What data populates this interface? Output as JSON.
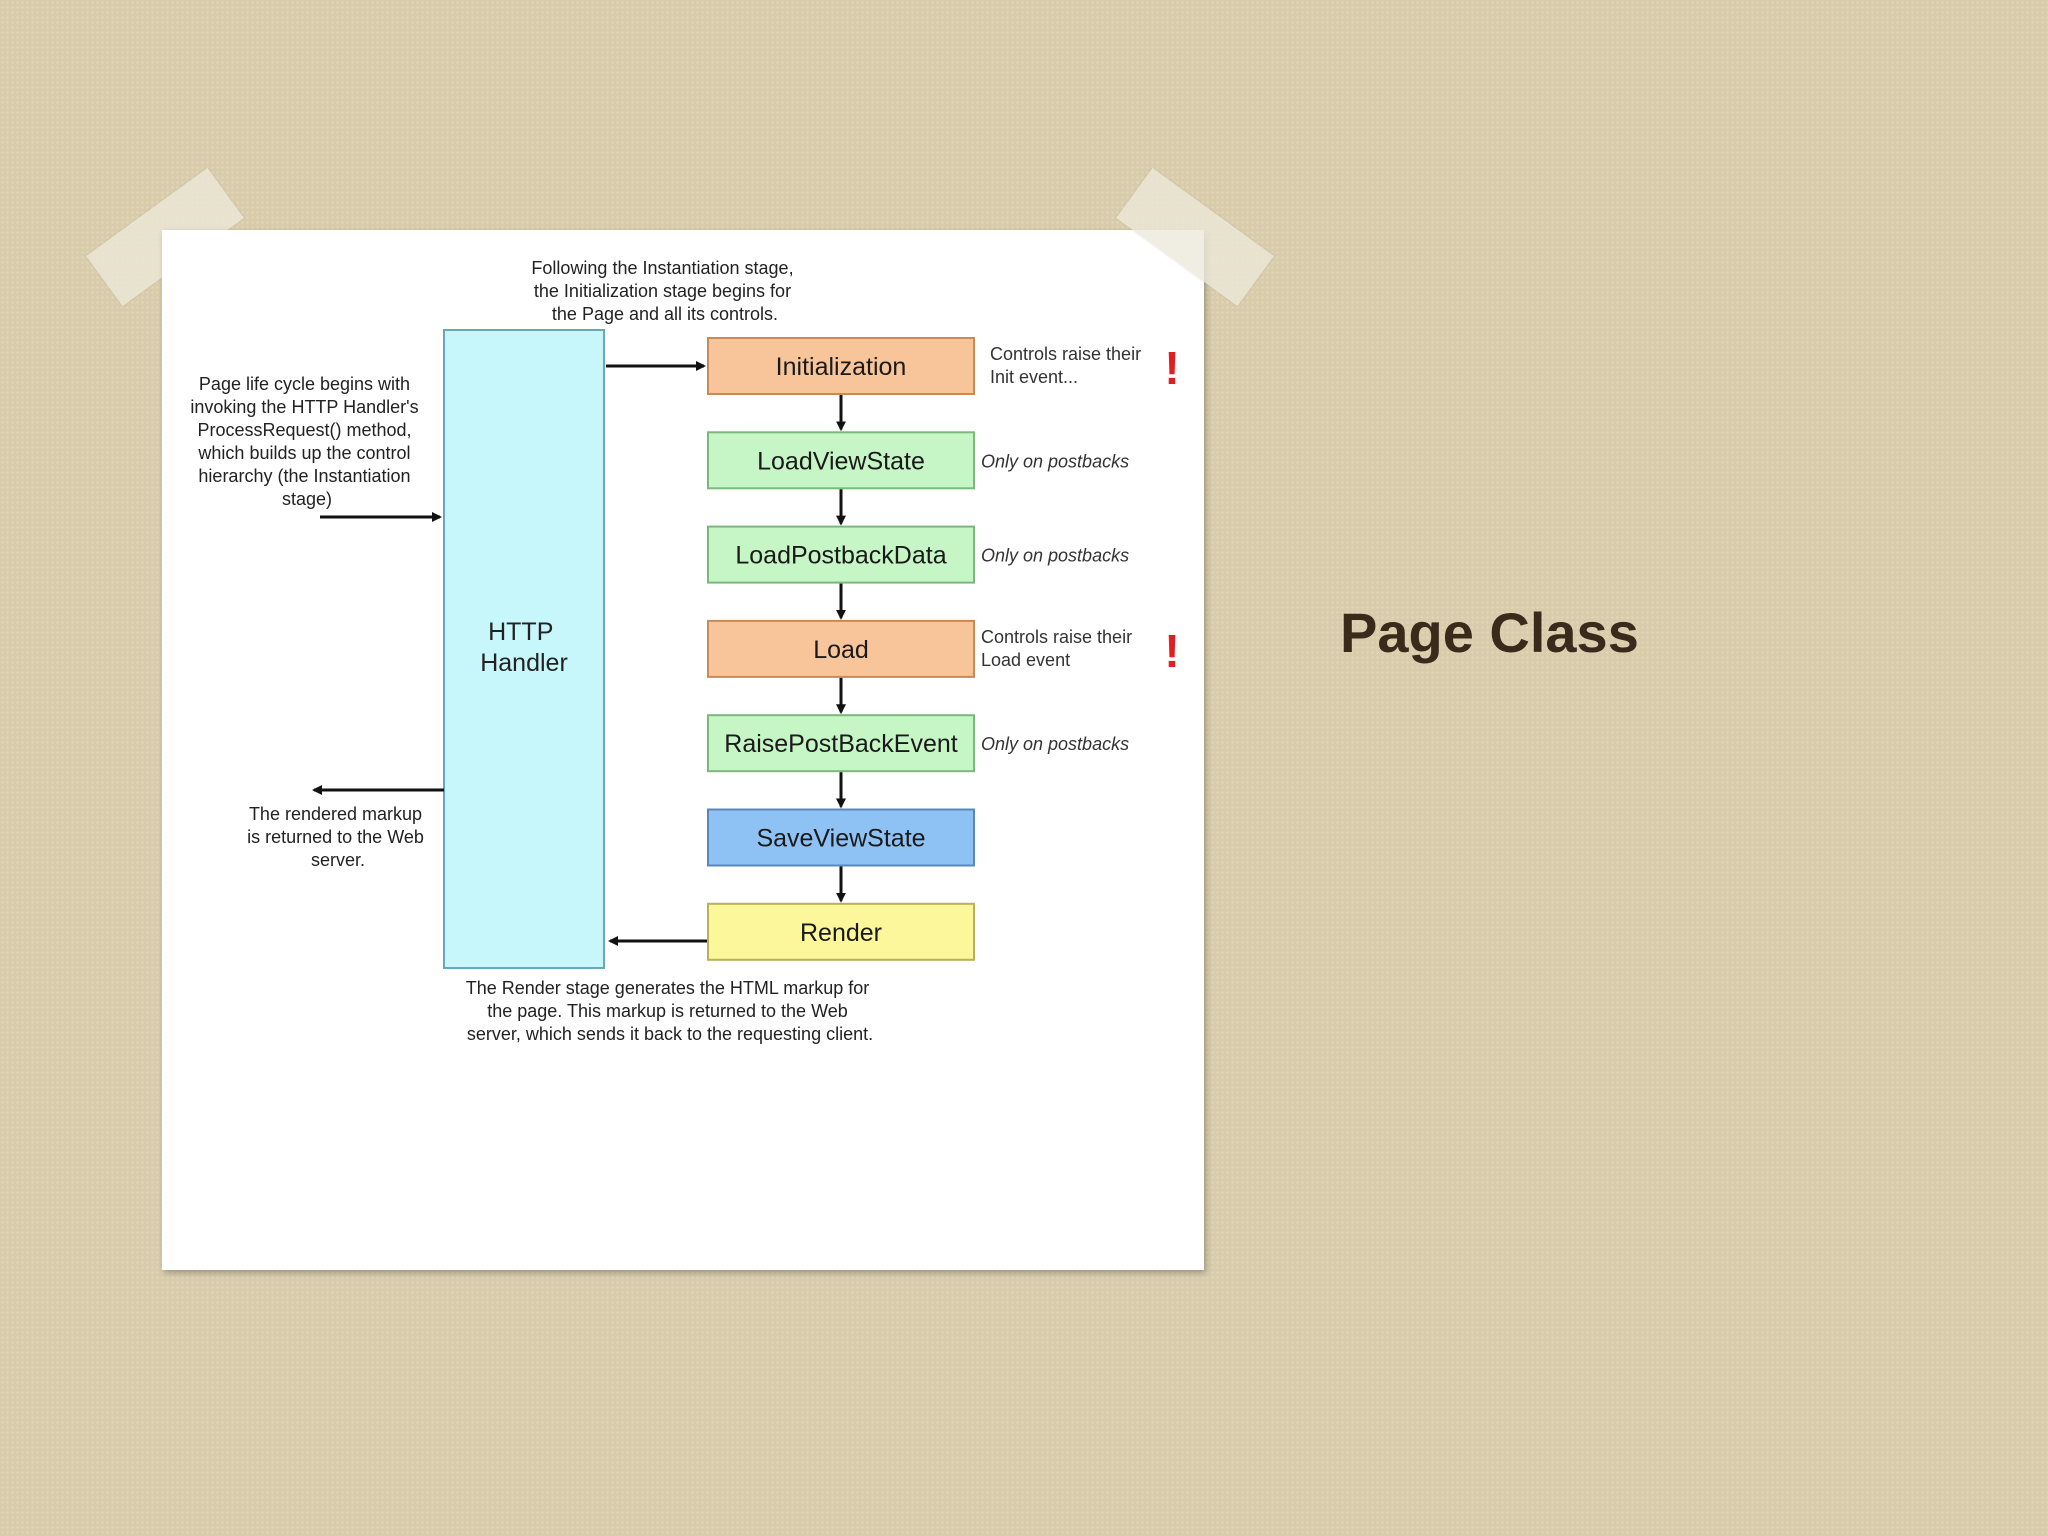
{
  "slide": {
    "title": "Page Class"
  },
  "diagram": {
    "handler": [
      "HTTP",
      "Handler"
    ],
    "stages": [
      {
        "label": "Initialization",
        "color": "#f8c49a",
        "stroke": "#c98a5a",
        "note": [
          "Controls raise their",
          "Init event..."
        ],
        "note_italic": false,
        "warning": "!"
      },
      {
        "label": "LoadViewState",
        "color": "#c6f5c6",
        "stroke": "#7cb87c",
        "note": [
          "Only on postbacks"
        ],
        "note_italic": true,
        "warning": ""
      },
      {
        "label": "LoadPostbackData",
        "color": "#c6f5c6",
        "stroke": "#7cb87c",
        "note": [
          "Only on postbacks"
        ],
        "note_italic": true,
        "warning": ""
      },
      {
        "label": "Load",
        "color": "#f8c49a",
        "stroke": "#c98a5a",
        "note": [
          "Controls raise their",
          "Load event"
        ],
        "note_italic": false,
        "warning": "!"
      },
      {
        "label": "RaisePostBackEvent",
        "color": "#c6f5c6",
        "stroke": "#7cb87c",
        "note": [
          "Only on postbacks"
        ],
        "note_italic": true,
        "warning": ""
      },
      {
        "label": "SaveViewState",
        "color": "#8ec2f4",
        "stroke": "#5a88b8",
        "note": [],
        "note_italic": false,
        "warning": ""
      },
      {
        "label": "Render",
        "color": "#fbf79a",
        "stroke": "#b8b05a",
        "note": [],
        "note_italic": false,
        "warning": ""
      }
    ],
    "top_note": [
      "Following the Instantiation stage,",
      "the Initialization stage begins for",
      "the Page and all its controls."
    ],
    "left_note": [
      "Page life cycle begins with",
      "invoking the HTTP Handler's",
      "ProcessRequest() method,",
      "which builds up the control",
      "hierarchy (the Instantiation",
      "stage)"
    ],
    "return_note": [
      "The rendered markup",
      "is returned to the Web",
      "server."
    ],
    "bottom_note": [
      "The Render stage generates the HTML markup for",
      "the page.  This markup is returned to the Web",
      "server, which sends it back to the requesting client."
    ],
    "colors": {
      "handler_fill": "#c8f7fb",
      "handler_stroke": "#6aa8b8"
    }
  }
}
